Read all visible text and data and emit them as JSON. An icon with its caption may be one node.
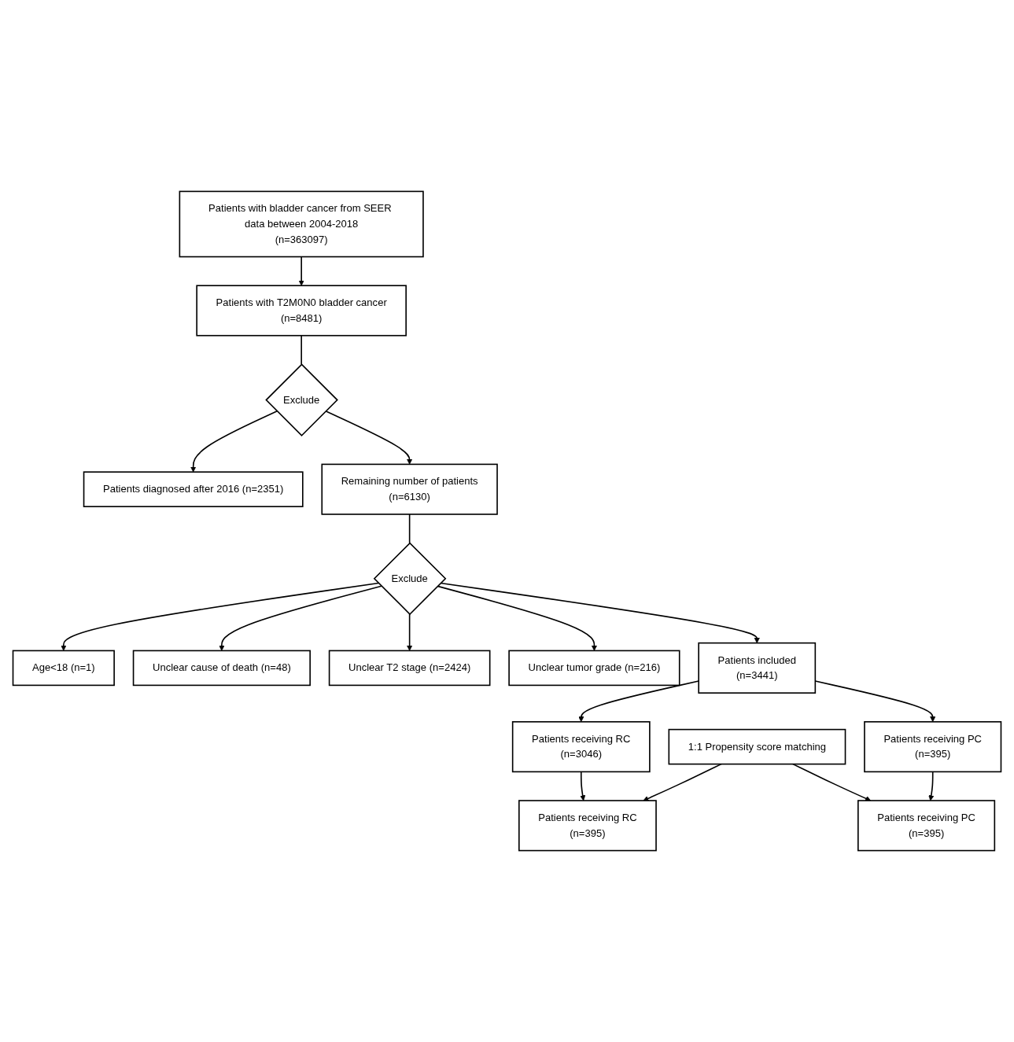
{
  "diagram": {
    "nodes": [
      {
        "text": [
          "Patients with bladder cancer from SEER data between 2004-2018",
          "(n=363097)"
        ]
      },
      {
        "text": [
          "Patients with T2M0N0 bladder cancer",
          "(n=8481)"
        ]
      },
      {
        "text": [
          "Exclude"
        ]
      },
      {
        "text": [
          "Patients diagnosed after 2016 (n=2351)"
        ]
      },
      {
        "text": [
          "Remaining number of patients",
          "(n=6130)"
        ]
      },
      {
        "text": [
          "Exclude"
        ]
      },
      {
        "text": [
          "Age<18 (n=1)"
        ]
      },
      {
        "text": [
          "Unclear cause of death (n=48)"
        ]
      },
      {
        "text": [
          "Unclear T2 stage (n=2424)"
        ]
      },
      {
        "text": [
          "Unclear tumor grade (n=216)"
        ]
      },
      {
        "text": [
          "Patients included",
          "(n=3441)"
        ]
      },
      {
        "text": [
          "Patients receiving RC",
          "(n=3046)"
        ]
      },
      {
        "text": [
          "Patients receiving PC",
          "(n=395)"
        ]
      },
      {
        "text": [
          "1:1 Propensity score matching"
        ]
      },
      {
        "text": [
          "Patients receiving RC",
          "(n=395)"
        ]
      },
      {
        "text": [
          "Patients receiving PC",
          "(n=395)"
        ]
      }
    ],
    "edges": [
      {
        "from": 0,
        "to": 1,
        "arrow": "to"
      },
      {
        "from": 1,
        "to": 2,
        "arrow": "none"
      },
      {
        "from": 2,
        "to": 3,
        "arrow": "to"
      },
      {
        "from": 2,
        "to": 4,
        "arrow": "to"
      },
      {
        "from": 4,
        "to": 5,
        "arrow": "none"
      },
      {
        "from": 5,
        "to": 6,
        "arrow": "to"
      },
      {
        "from": 5,
        "to": 7,
        "arrow": "to"
      },
      {
        "from": 5,
        "to": 8,
        "arrow": "to"
      },
      {
        "from": 5,
        "to": 9,
        "arrow": "to"
      },
      {
        "from": 5,
        "to": 10,
        "arrow": "to"
      },
      {
        "from": 10,
        "to": 11,
        "arrow": "to"
      },
      {
        "from": 10,
        "to": 12,
        "arrow": "to"
      },
      {
        "from": 11,
        "to": 14,
        "arrow": "to"
      },
      {
        "from": 13,
        "to": 14,
        "arrow": "to"
      },
      {
        "from": 13,
        "to": 15,
        "arrow": "to"
      },
      {
        "from": 12,
        "to": 15,
        "arrow": "to"
      }
    ]
  }
}
